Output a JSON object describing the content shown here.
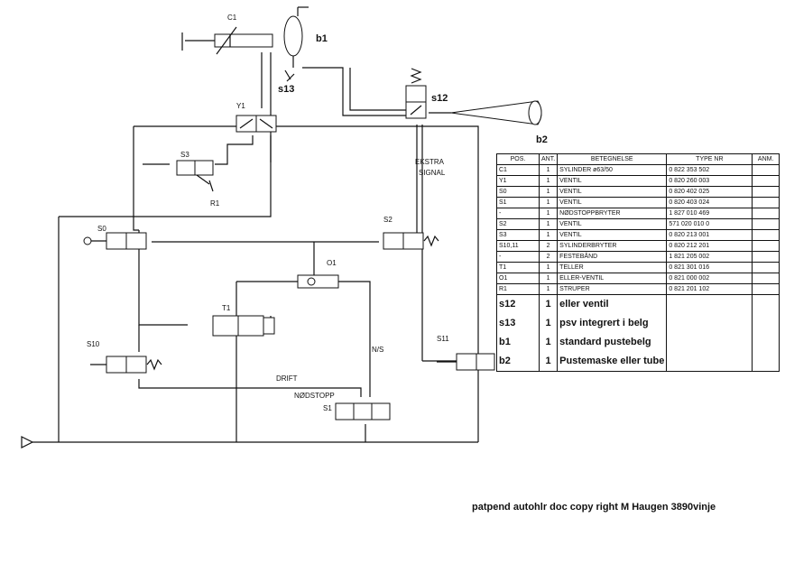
{
  "labels": {
    "C1": "C1",
    "b1": "b1",
    "s13": "s13",
    "s12": "s12",
    "b2": "b2",
    "Y1": "Y1",
    "S3": "S3",
    "R1": "R1",
    "ekstra": "EKSTRA",
    "signal": "SIGNAL",
    "S0": "S0",
    "S2": "S2",
    "O1": "O1",
    "T1": "T1",
    "S10": "S10",
    "S11": "S11",
    "ns": "N/S",
    "drift": "DRIFT",
    "nodstopp": "NØDSTOPP",
    "S1": "S1"
  },
  "table": {
    "headers": [
      "POS.",
      "ANT.",
      "BETEGNELSE",
      "TYPE NR",
      "ANM."
    ],
    "rows": [
      [
        "C1",
        "1",
        "SYLINDER ø63/50",
        "0 822 353 502",
        ""
      ],
      [
        "Y1",
        "1",
        "VENTIL",
        "0 820 260 003",
        ""
      ],
      [
        "S0",
        "1",
        "VENTIL",
        "0 820 402 025",
        ""
      ],
      [
        "S1",
        "1",
        "VENTIL",
        "0 820 403 024",
        ""
      ],
      [
        "-",
        "1",
        "NØDSTOPPBRYTER",
        "1 827 010 469",
        ""
      ],
      [
        "S2",
        "1",
        "VENTIL",
        "571 020 010 0",
        ""
      ],
      [
        "S3",
        "1",
        "VENTIL",
        "0 820 213 001",
        ""
      ],
      [
        "S10,11",
        "2",
        "SYLINDERBRYTER",
        "0 820 212 201",
        ""
      ],
      [
        "-",
        "2",
        "FESTEBÅND",
        "1 821 205 002",
        ""
      ],
      [
        "T1",
        "1",
        "TELLER",
        "0 821 301 016",
        ""
      ],
      [
        "O1",
        "1",
        "ELLER-VENTIL",
        "0 821 000 002",
        ""
      ],
      [
        "R1",
        "1",
        "STRUPER",
        "0 821 201 102",
        ""
      ]
    ],
    "extra_rows": [
      [
        "s12",
        "1",
        "eller ventil"
      ],
      [
        "s13",
        "1",
        "psv  integrert i belg"
      ],
      [
        "b1",
        "1",
        "standard pustebelg"
      ],
      [
        "b2",
        "1",
        "Pustemaske eller tube"
      ]
    ]
  },
  "copyright": "patpend autohlr doc copy right M Haugen 3890vinje"
}
